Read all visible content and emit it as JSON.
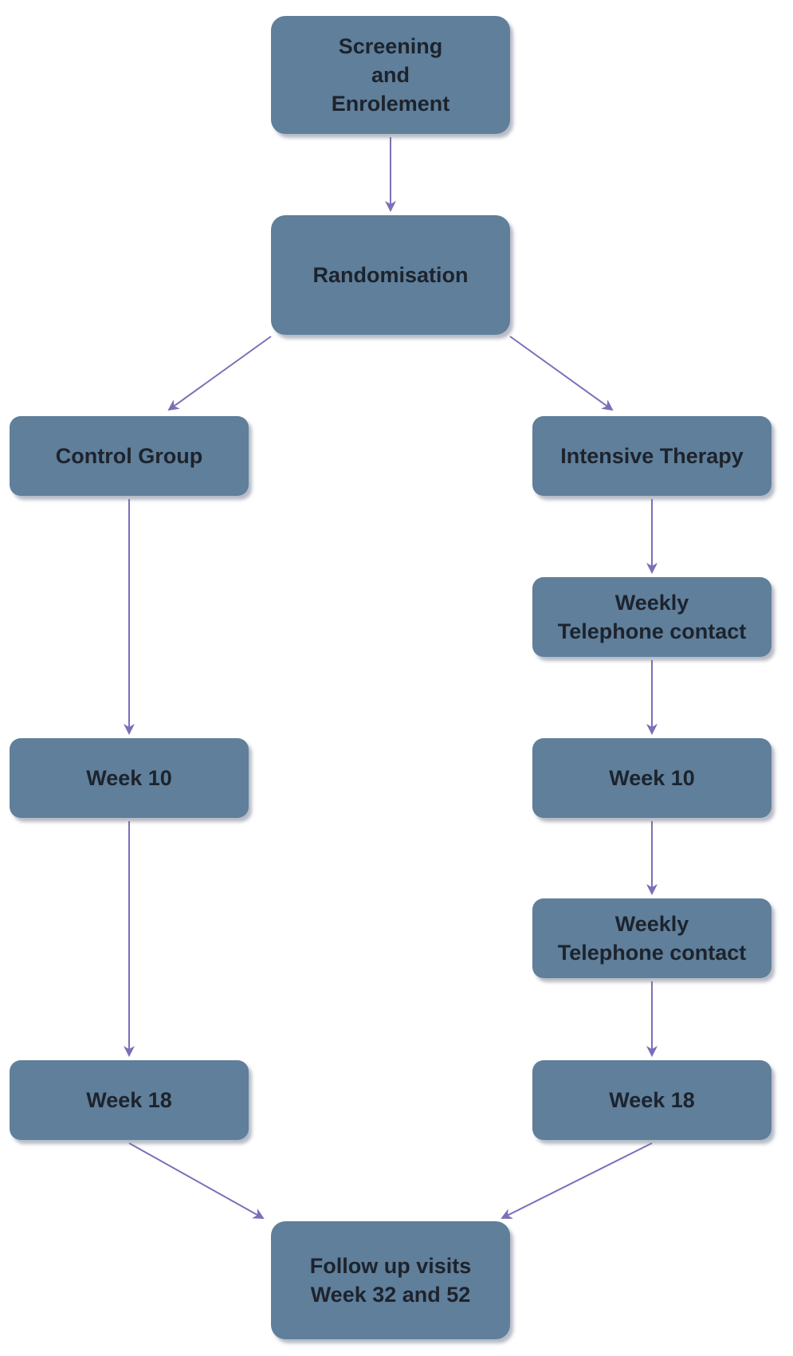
{
  "nodes": {
    "screening": {
      "lines": [
        "Screening",
        "and",
        "Enrolement"
      ]
    },
    "randomisation": {
      "lines": [
        "Randomisation"
      ]
    },
    "control_group": {
      "lines": [
        "Control Group"
      ]
    },
    "intensive_therapy": {
      "lines": [
        "Intensive Therapy"
      ]
    },
    "weekly_contact_1": {
      "lines": [
        "Weekly",
        "Telephone contact"
      ]
    },
    "control_week_10": {
      "lines": [
        "Week 10"
      ]
    },
    "intensive_week_10": {
      "lines": [
        "Week 10"
      ]
    },
    "weekly_contact_2": {
      "lines": [
        "Weekly",
        "Telephone contact"
      ]
    },
    "control_week_18": {
      "lines": [
        "Week 18"
      ]
    },
    "intensive_week_18": {
      "lines": [
        "Week 18"
      ]
    },
    "follow_up": {
      "lines": [
        "Follow up visits",
        "Week 32 and 52"
      ]
    }
  },
  "edges": [
    {
      "from": "screening",
      "to": "randomisation"
    },
    {
      "from": "randomisation",
      "to": "control_group"
    },
    {
      "from": "randomisation",
      "to": "intensive_therapy"
    },
    {
      "from": "control_group",
      "to": "control_week_10"
    },
    {
      "from": "control_week_10",
      "to": "control_week_18"
    },
    {
      "from": "control_week_18",
      "to": "follow_up"
    },
    {
      "from": "intensive_therapy",
      "to": "weekly_contact_1"
    },
    {
      "from": "weekly_contact_1",
      "to": "intensive_week_10"
    },
    {
      "from": "intensive_week_10",
      "to": "weekly_contact_2"
    },
    {
      "from": "weekly_contact_2",
      "to": "intensive_week_18"
    },
    {
      "from": "intensive_week_18",
      "to": "follow_up"
    }
  ],
  "colors": {
    "box_fill": "#5f7f9b",
    "box_text": "#1d232c",
    "arrow": "#7a6fb8"
  }
}
